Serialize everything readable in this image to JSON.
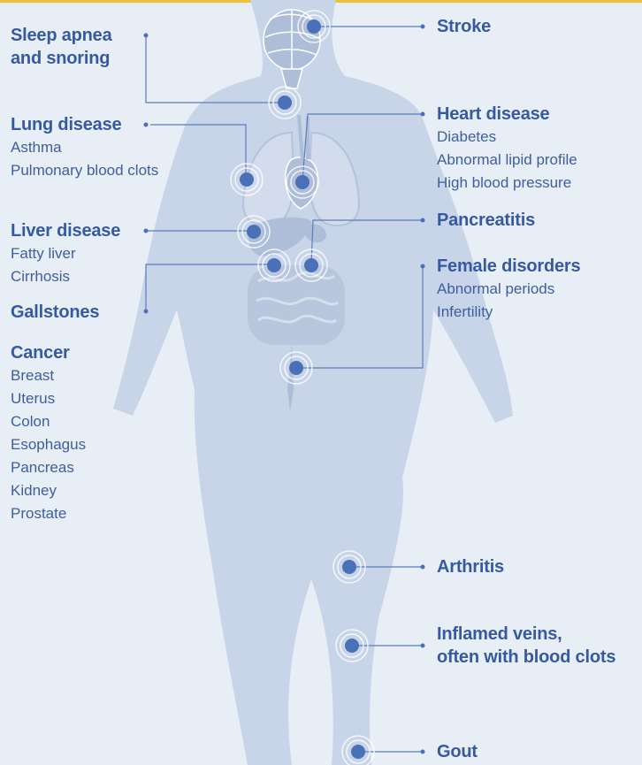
{
  "conditions": {
    "sleep_apnea": {
      "title_line1": "Sleep apnea",
      "title_line2": "and snoring"
    },
    "lung": {
      "title": "Lung disease",
      "items": [
        "Asthma",
        "Pulmonary blood clots"
      ]
    },
    "liver": {
      "title": "Liver disease",
      "items": [
        "Fatty liver",
        "Cirrhosis"
      ]
    },
    "gallstones": {
      "title": "Gallstones"
    },
    "cancer": {
      "title": "Cancer",
      "items": [
        "Breast",
        "Uterus",
        "Colon",
        "Esophagus",
        "Pancreas",
        "Kidney",
        "Prostate"
      ]
    },
    "stroke": {
      "title": "Stroke"
    },
    "heart": {
      "title": "Heart disease",
      "items": [
        "Diabetes",
        "Abnormal lipid profile",
        "High blood pressure"
      ]
    },
    "pancreatitis": {
      "title": "Pancreatitis"
    },
    "female": {
      "title": "Female disorders",
      "items": [
        "Abnormal periods",
        "Infertility"
      ]
    },
    "arthritis": {
      "title": "Arthritis"
    },
    "veins": {
      "title_line1": "Inflamed veins,",
      "title_line2": "often with blood clots"
    },
    "gout": {
      "title": "Gout"
    }
  },
  "colors": {
    "background": "#e8eef6",
    "accent_bar": "#f2c037",
    "silhouette": "#c8d5e8",
    "organs": "#aebed8",
    "marker": "#4a70b8",
    "text": "#355aa2"
  },
  "icons": {
    "brain": "brain-icon",
    "lungs": "lungs-icon",
    "heart": "heart-icon",
    "liver": "liver-icon",
    "intestines": "intestines-icon",
    "marker": "target-marker-icon"
  }
}
